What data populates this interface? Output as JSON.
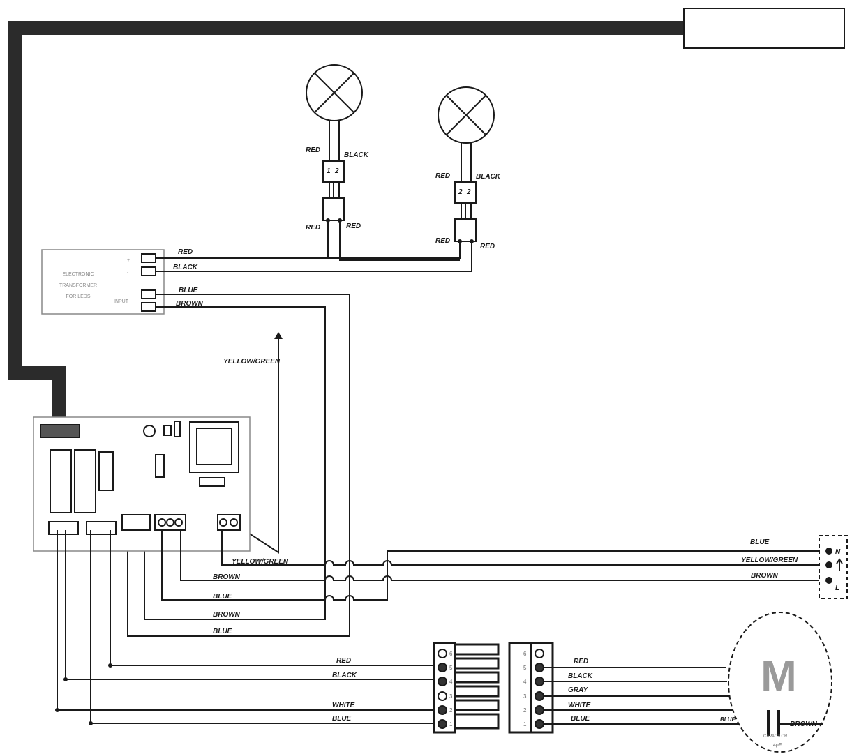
{
  "title_box": "",
  "lamps": [
    {
      "left_wire": "RED",
      "right_wire": "BLACK",
      "pin1": "1",
      "pin2": "2",
      "bottom_left": "RED",
      "bottom_right": "RED"
    },
    {
      "left_wire": "RED",
      "right_wire": "BLACK",
      "pin1": "2",
      "pin2": "2",
      "bottom_left": "RED",
      "bottom_right": "RED"
    }
  ],
  "led_driver": {
    "faded_lines": [
      "ELECTRONIC",
      "TRANSFORMER",
      "FOR LEDS"
    ],
    "input_label": "INPUT",
    "output_marks": [
      "+",
      "-"
    ],
    "wires": [
      "RED",
      "BLACK",
      "BLUE",
      "BROWN"
    ]
  },
  "ground_wire": "YELLOW/GREEN",
  "board_wires": {
    "yellow_green": "YELLOW/GREEN",
    "w1": "BROWN",
    "w2": "BLUE",
    "w3": "BROWN",
    "w4": "BLUE"
  },
  "mains": {
    "wires": [
      "BLUE",
      "YELLOW/GREEN",
      "BROWN"
    ],
    "terminals": [
      "N",
      "L"
    ]
  },
  "motor_wires_left": [
    "RED",
    "BLACK",
    "WHITE",
    "BLUE"
  ],
  "motor_wires_right": [
    "RED",
    "BLACK",
    "GRAY",
    "WHITE",
    "BLUE"
  ],
  "motor": {
    "symbol": "M",
    "capacitor_left": "BLUE",
    "capacitor_right": "BROWN",
    "capacitor_label": "CAPACITOR",
    "capacitor_value": "4μF"
  },
  "connector_pins_right": [
    "6",
    "5",
    "4",
    "3",
    "2",
    "1"
  ],
  "connector_pins_left": [
    "6",
    "5",
    "4",
    "3",
    "2",
    "1"
  ],
  "colors": {
    "wire": "#1a1a1a",
    "harness": "#2b2b2b",
    "motor_symbol": "#9a9a9a"
  }
}
